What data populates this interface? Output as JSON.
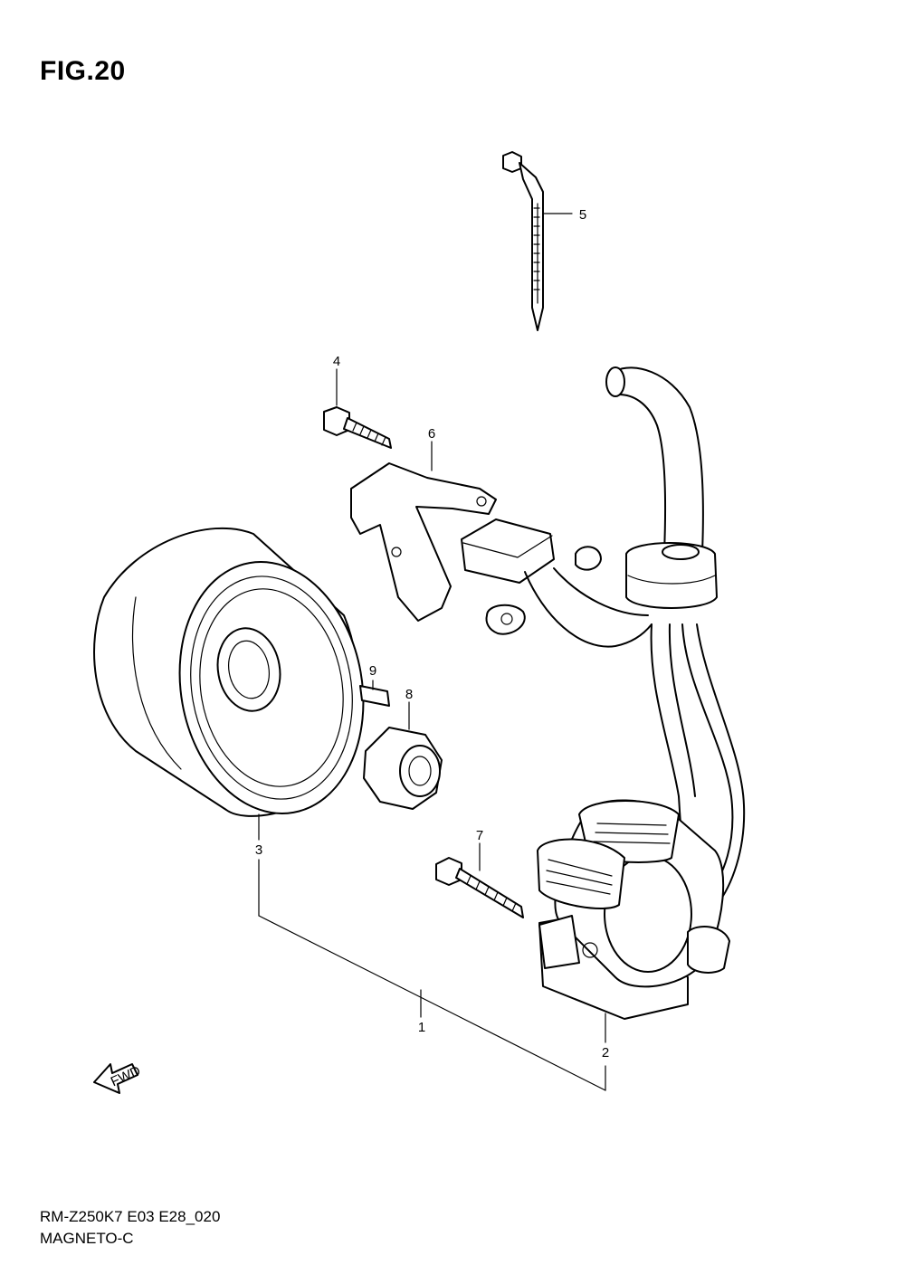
{
  "figure": {
    "title": "FIG.20"
  },
  "footer": {
    "code": "RM-Z250K7 E03 E28_020",
    "name": "MAGNETO-C"
  },
  "fwd_label": "FWD",
  "callouts": [
    {
      "number": "1",
      "part": "magneto-assy"
    },
    {
      "number": "2",
      "part": "stator"
    },
    {
      "number": "3",
      "part": "rotor"
    },
    {
      "number": "4",
      "part": "bolt"
    },
    {
      "number": "5",
      "part": "cable-tie"
    },
    {
      "number": "6",
      "part": "bracket"
    },
    {
      "number": "7",
      "part": "stator-bolt"
    },
    {
      "number": "8",
      "part": "rotor-nut"
    },
    {
      "number": "9",
      "part": "key"
    }
  ]
}
